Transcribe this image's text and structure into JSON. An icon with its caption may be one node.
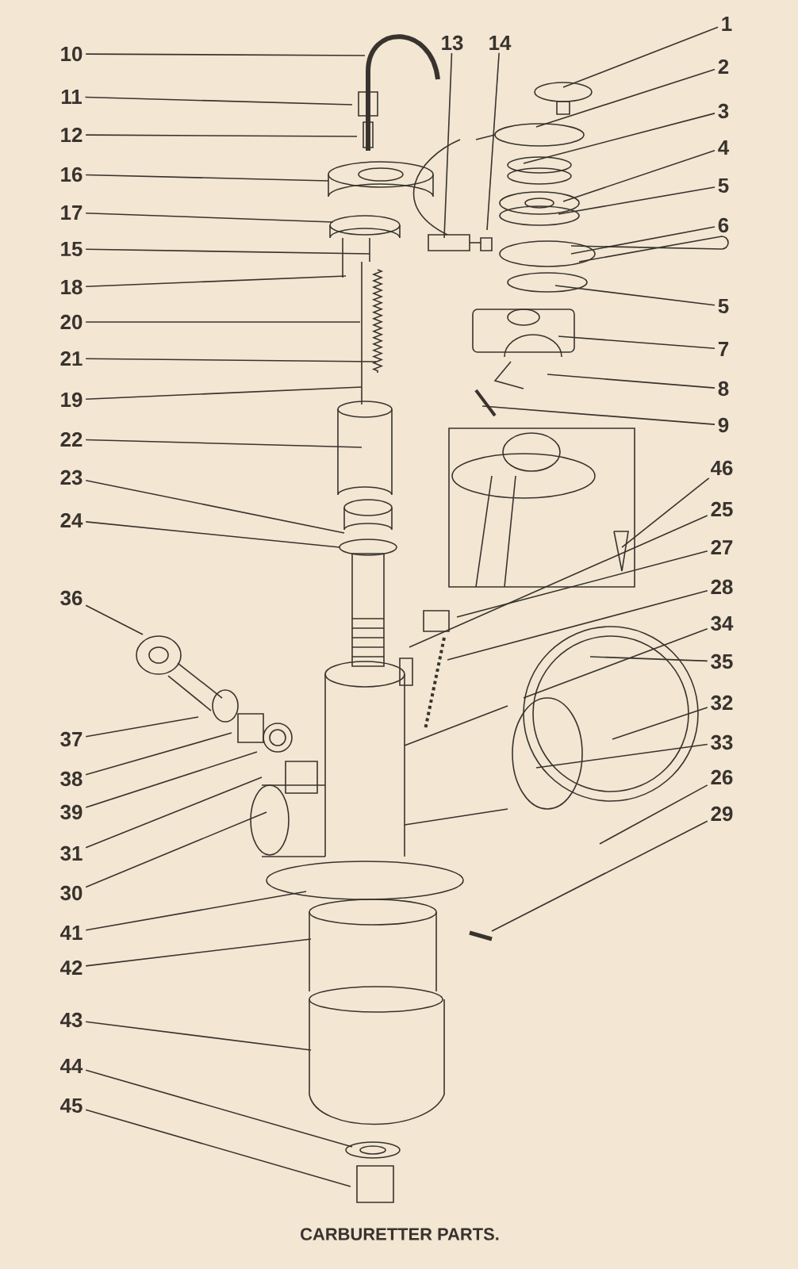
{
  "diagram": {
    "caption": "CARBURETTER PARTS.",
    "nodes": [
      {
        "text": [
          "1"
        ]
      },
      {
        "text": [
          "13"
        ]
      },
      {
        "text": [
          "14"
        ]
      },
      {
        "text": [
          "10"
        ]
      },
      {
        "text": [
          "2"
        ]
      },
      {
        "text": [
          "11"
        ]
      },
      {
        "text": [
          "3"
        ]
      },
      {
        "text": [
          "12"
        ]
      },
      {
        "text": [
          "4"
        ]
      },
      {
        "text": [
          "16"
        ]
      },
      {
        "text": [
          "5"
        ]
      },
      {
        "text": [
          "17"
        ]
      },
      {
        "text": [
          "6"
        ]
      },
      {
        "text": [
          "15"
        ]
      },
      {
        "text": [
          "18"
        ]
      },
      {
        "text": [
          "5"
        ]
      },
      {
        "text": [
          "20"
        ]
      },
      {
        "text": [
          "7"
        ]
      },
      {
        "text": [
          "21"
        ]
      },
      {
        "text": [
          "8"
        ]
      },
      {
        "text": [
          "19"
        ]
      },
      {
        "text": [
          "9"
        ]
      },
      {
        "text": [
          "22"
        ]
      },
      {
        "text": [
          "46"
        ]
      },
      {
        "text": [
          "23"
        ]
      },
      {
        "text": [
          "25"
        ]
      },
      {
        "text": [
          "24"
        ]
      },
      {
        "text": [
          "27"
        ]
      },
      {
        "text": [
          "28"
        ]
      },
      {
        "text": [
          "36"
        ]
      },
      {
        "text": [
          "34"
        ]
      },
      {
        "text": [
          "35"
        ]
      },
      {
        "text": [
          "32"
        ]
      },
      {
        "text": [
          "37"
        ]
      },
      {
        "text": [
          "33"
        ]
      },
      {
        "text": [
          "26"
        ]
      },
      {
        "text": [
          "38"
        ]
      },
      {
        "text": [
          "39"
        ]
      },
      {
        "text": [
          "29"
        ]
      },
      {
        "text": [
          "31"
        ]
      },
      {
        "text": [
          "30"
        ]
      },
      {
        "text": [
          "41"
        ]
      },
      {
        "text": [
          "42"
        ]
      },
      {
        "text": [
          "43"
        ]
      },
      {
        "text": [
          "44"
        ]
      },
      {
        "text": [
          "45"
        ]
      }
    ],
    "edges": [
      {
        "from": 0,
        "to": null,
        "arrow": "none"
      },
      {
        "from": 1,
        "to": null,
        "arrow": "none"
      },
      {
        "from": 2,
        "to": null,
        "arrow": "none"
      },
      {
        "from": 3,
        "to": null,
        "arrow": "none"
      },
      {
        "from": 4,
        "to": null,
        "arrow": "none"
      },
      {
        "from": 5,
        "to": null,
        "arrow": "none"
      },
      {
        "from": 6,
        "to": null,
        "arrow": "none"
      },
      {
        "from": 7,
        "to": null,
        "arrow": "none"
      },
      {
        "from": 8,
        "to": null,
        "arrow": "none"
      },
      {
        "from": 9,
        "to": null,
        "arrow": "none"
      },
      {
        "from": 10,
        "to": null,
        "arrow": "none"
      },
      {
        "from": 11,
        "to": null,
        "arrow": "none"
      },
      {
        "from": 12,
        "to": null,
        "arrow": "none"
      },
      {
        "from": 13,
        "to": null,
        "arrow": "none"
      },
      {
        "from": 14,
        "to": null,
        "arrow": "none"
      },
      {
        "from": 15,
        "to": null,
        "arrow": "none"
      },
      {
        "from": 16,
        "to": null,
        "arrow": "none"
      },
      {
        "from": 17,
        "to": null,
        "arrow": "none"
      },
      {
        "from": 18,
        "to": null,
        "arrow": "none"
      },
      {
        "from": 19,
        "to": null,
        "arrow": "none"
      },
      {
        "from": 20,
        "to": null,
        "arrow": "none"
      },
      {
        "from": 21,
        "to": null,
        "arrow": "none"
      },
      {
        "from": 22,
        "to": null,
        "arrow": "none"
      },
      {
        "from": 23,
        "to": null,
        "arrow": "none"
      },
      {
        "from": 24,
        "to": null,
        "arrow": "none"
      },
      {
        "from": 25,
        "to": null,
        "arrow": "none"
      },
      {
        "from": 26,
        "to": null,
        "arrow": "none"
      },
      {
        "from": 27,
        "to": null,
        "arrow": "none"
      },
      {
        "from": 28,
        "to": null,
        "arrow": "none"
      },
      {
        "from": 29,
        "to": null,
        "arrow": "none"
      },
      {
        "from": 30,
        "to": null,
        "arrow": "none"
      },
      {
        "from": 31,
        "to": null,
        "arrow": "none"
      },
      {
        "from": 32,
        "to": null,
        "arrow": "none"
      },
      {
        "from": 33,
        "to": null,
        "arrow": "none"
      },
      {
        "from": 34,
        "to": null,
        "arrow": "none"
      },
      {
        "from": 35,
        "to": null,
        "arrow": "none"
      },
      {
        "from": 36,
        "to": null,
        "arrow": "none"
      },
      {
        "from": 37,
        "to": null,
        "arrow": "none"
      },
      {
        "from": 38,
        "to": null,
        "arrow": "none"
      },
      {
        "from": 39,
        "to": null,
        "arrow": "none"
      },
      {
        "from": 40,
        "to": null,
        "arrow": "none"
      },
      {
        "from": 41,
        "to": null,
        "arrow": "none"
      },
      {
        "from": 42,
        "to": null,
        "arrow": "none"
      },
      {
        "from": 43,
        "to": null,
        "arrow": "none"
      },
      {
        "from": 44,
        "to": null,
        "arrow": "none"
      },
      {
        "from": 45,
        "to": null,
        "arrow": "none"
      }
    ]
  }
}
